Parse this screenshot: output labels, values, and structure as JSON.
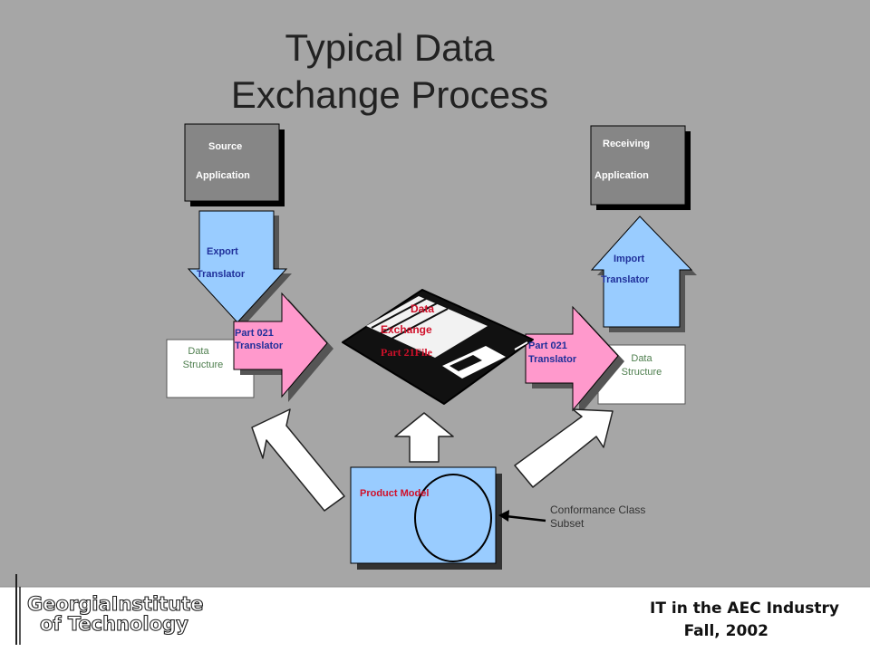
{
  "title": {
    "line1": "Typical Data",
    "line2": "Exchange Process"
  },
  "source": {
    "line1": "Source",
    "line2": "Application"
  },
  "receiving": {
    "line1": "Receiving",
    "line2": "Application"
  },
  "export_translator": {
    "line1": "Export",
    "line2": "Translator"
  },
  "import_translator": {
    "line1": "Import",
    "line2": "Translator"
  },
  "data_structure_left": {
    "line1": "Data",
    "line2": "Structure"
  },
  "data_structure_right": {
    "line1": "Data",
    "line2": "Structure"
  },
  "part021_left": {
    "line1": "Part 021",
    "line2": "Translator"
  },
  "part021_right": {
    "line1": "Part 021",
    "line2": "Translator"
  },
  "disk": {
    "line1": "Data",
    "line2": "Exchange",
    "line3": "Part 21File"
  },
  "product_model": "Product Model",
  "conformance": {
    "line1": "Conformance Class",
    "line2": "Subset"
  },
  "footer": {
    "line1": "IT in the AEC Industry",
    "line2": "Fall, 2002"
  },
  "logo": {
    "line1": "GeorgiaInstitute",
    "line2": "of Technology"
  },
  "colors": {
    "background": "#a6a6a6",
    "box_grey": "#868686",
    "arrow_blue": "#99ccff",
    "arrow_pink": "#ff99cc",
    "navy": "#1f2f9a",
    "red": "#d0102a"
  }
}
